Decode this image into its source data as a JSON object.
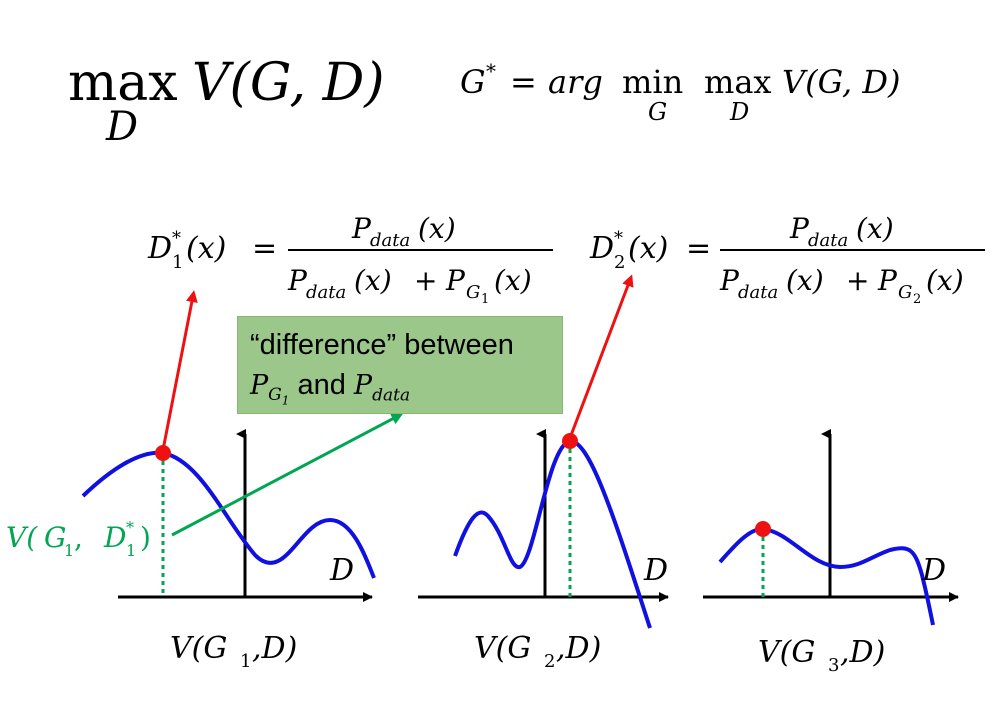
{
  "top_formula": {
    "left": {
      "op": "max",
      "op_sub": "D",
      "expr": "V(G, D)"
    },
    "right": {
      "lhs": "G",
      "star": "*",
      "eq": "=",
      "arg": "arg",
      "min": "min",
      "min_sub": "G",
      "max": "max",
      "max_sub": "D",
      "expr": "V(G, D)"
    }
  },
  "d1_formula": {
    "lhs": "D",
    "lhs_sub": "1",
    "lhs_sup": "*",
    "lhs_arg": "(x)",
    "eq": "=",
    "numerator": "P",
    "num_sub": "data",
    "num_arg": "(x)",
    "den_a": "P",
    "den_a_sub": "data",
    "den_a_arg": "(x)",
    "plus": "+",
    "den_b": "P",
    "den_b_sub": "G",
    "den_b_subsub": "1",
    "den_b_arg": "(x)"
  },
  "d2_formula": {
    "lhs": "D",
    "lhs_sub": "2",
    "lhs_sup": "*",
    "lhs_arg": "(x)",
    "eq": "=",
    "numerator": "P",
    "num_sub": "data",
    "num_arg": "(x)",
    "den_a": "P",
    "den_a_sub": "data",
    "den_a_arg": "(x)",
    "plus": "+",
    "den_b": "P",
    "den_b_sub": "G",
    "den_b_subsub": "2",
    "den_b_arg": "(x)"
  },
  "callout": {
    "line1": "“difference” between",
    "p": "P",
    "g": "G",
    "g_sub": "1",
    "and": "and",
    "p2": "P",
    "p2_sub": "data"
  },
  "side_label": {
    "open": "V(",
    "g": "G",
    "g_sub": "1",
    "comma": " ,",
    "d": "D",
    "d_sub": "1",
    "d_sup": "*",
    "close": ")"
  },
  "plots": [
    {
      "axis_label": "D",
      "caption_open": "V(G",
      "caption_sub": "1",
      "caption_close": " ,D)"
    },
    {
      "axis_label": "D",
      "caption_open": "V(G",
      "caption_sub": "2",
      "caption_close": " ,D)"
    },
    {
      "axis_label": "D",
      "caption_open": "V(G",
      "caption_sub": "3",
      "caption_close": " ,D)"
    }
  ],
  "colors": {
    "curve": "#1010e0",
    "max_point": "#ee1111",
    "red_arrow": "#ee1111",
    "green": "#00a651",
    "callout_bg": "#9bc78a",
    "subscript_blue": "#1f3fe0"
  }
}
